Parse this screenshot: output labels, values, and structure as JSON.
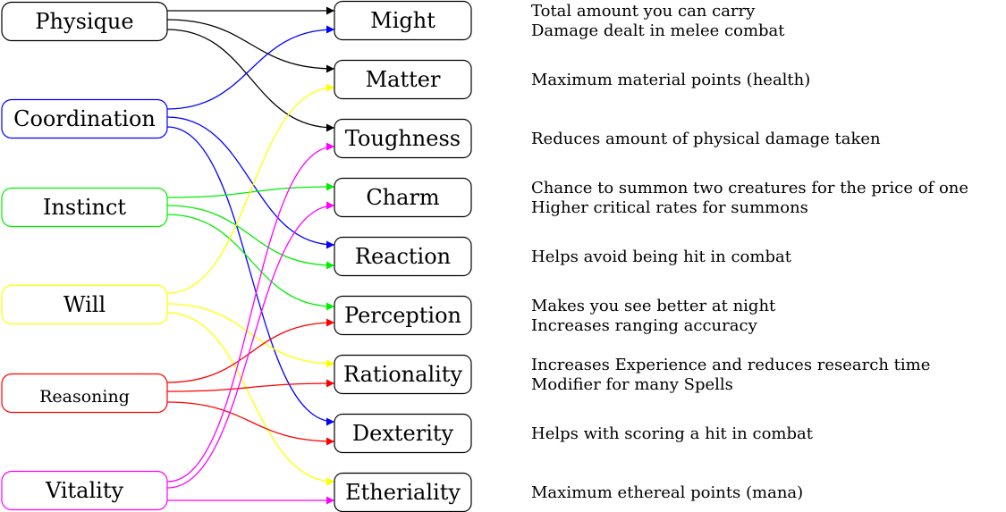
{
  "colors": {
    "physique": "#000000",
    "coordination": "#0000ff",
    "instinct": "#00ee00",
    "will": "#ffff00",
    "reasoning": "#ff0000",
    "vitality": "#ff00ff",
    "derived_border": "#000000"
  },
  "primary_attributes": [
    {
      "id": "physique",
      "label": "Physique"
    },
    {
      "id": "coordination",
      "label": "Coordination"
    },
    {
      "id": "instinct",
      "label": "Instinct"
    },
    {
      "id": "will",
      "label": "Will"
    },
    {
      "id": "reasoning",
      "label": "Reasoning"
    },
    {
      "id": "vitality",
      "label": "Vitality"
    }
  ],
  "derived_attributes": [
    {
      "id": "might",
      "label": "Might",
      "descriptions": [
        "Total amount you can carry",
        "Damage dealt in melee combat"
      ]
    },
    {
      "id": "matter",
      "label": "Matter",
      "descriptions": [
        "Maximum material points (health)"
      ]
    },
    {
      "id": "toughness",
      "label": "Toughness",
      "descriptions": [
        "Reduces amount of physical damage taken"
      ]
    },
    {
      "id": "charm",
      "label": "Charm",
      "descriptions": [
        "Chance to summon two creatures for the price of one",
        "Higher critical rates for summons"
      ]
    },
    {
      "id": "reaction",
      "label": "Reaction",
      "descriptions": [
        "Helps avoid being hit in combat"
      ]
    },
    {
      "id": "perception",
      "label": "Perception",
      "descriptions": [
        "Makes you see better at night",
        "Increases ranging accuracy"
      ]
    },
    {
      "id": "rationality",
      "label": "Rationality",
      "descriptions": [
        "Increases Experience and reduces research time",
        "Modifier for many Spells"
      ]
    },
    {
      "id": "dexterity",
      "label": "Dexterity",
      "descriptions": [
        "Helps with scoring a hit in combat"
      ]
    },
    {
      "id": "etheriality",
      "label": "Etheriality",
      "descriptions": [
        "Maximum ethereal points (mana)"
      ]
    }
  ],
  "connections": [
    {
      "from": "physique",
      "to": "might"
    },
    {
      "from": "physique",
      "to": "matter"
    },
    {
      "from": "physique",
      "to": "toughness"
    },
    {
      "from": "coordination",
      "to": "might"
    },
    {
      "from": "coordination",
      "to": "reaction"
    },
    {
      "from": "coordination",
      "to": "dexterity"
    },
    {
      "from": "instinct",
      "to": "charm"
    },
    {
      "from": "instinct",
      "to": "reaction"
    },
    {
      "from": "instinct",
      "to": "perception"
    },
    {
      "from": "will",
      "to": "matter"
    },
    {
      "from": "will",
      "to": "rationality"
    },
    {
      "from": "will",
      "to": "etheriality"
    },
    {
      "from": "reasoning",
      "to": "perception"
    },
    {
      "from": "reasoning",
      "to": "rationality"
    },
    {
      "from": "reasoning",
      "to": "dexterity"
    },
    {
      "from": "vitality",
      "to": "toughness"
    },
    {
      "from": "vitality",
      "to": "charm"
    },
    {
      "from": "vitality",
      "to": "etheriality"
    }
  ]
}
